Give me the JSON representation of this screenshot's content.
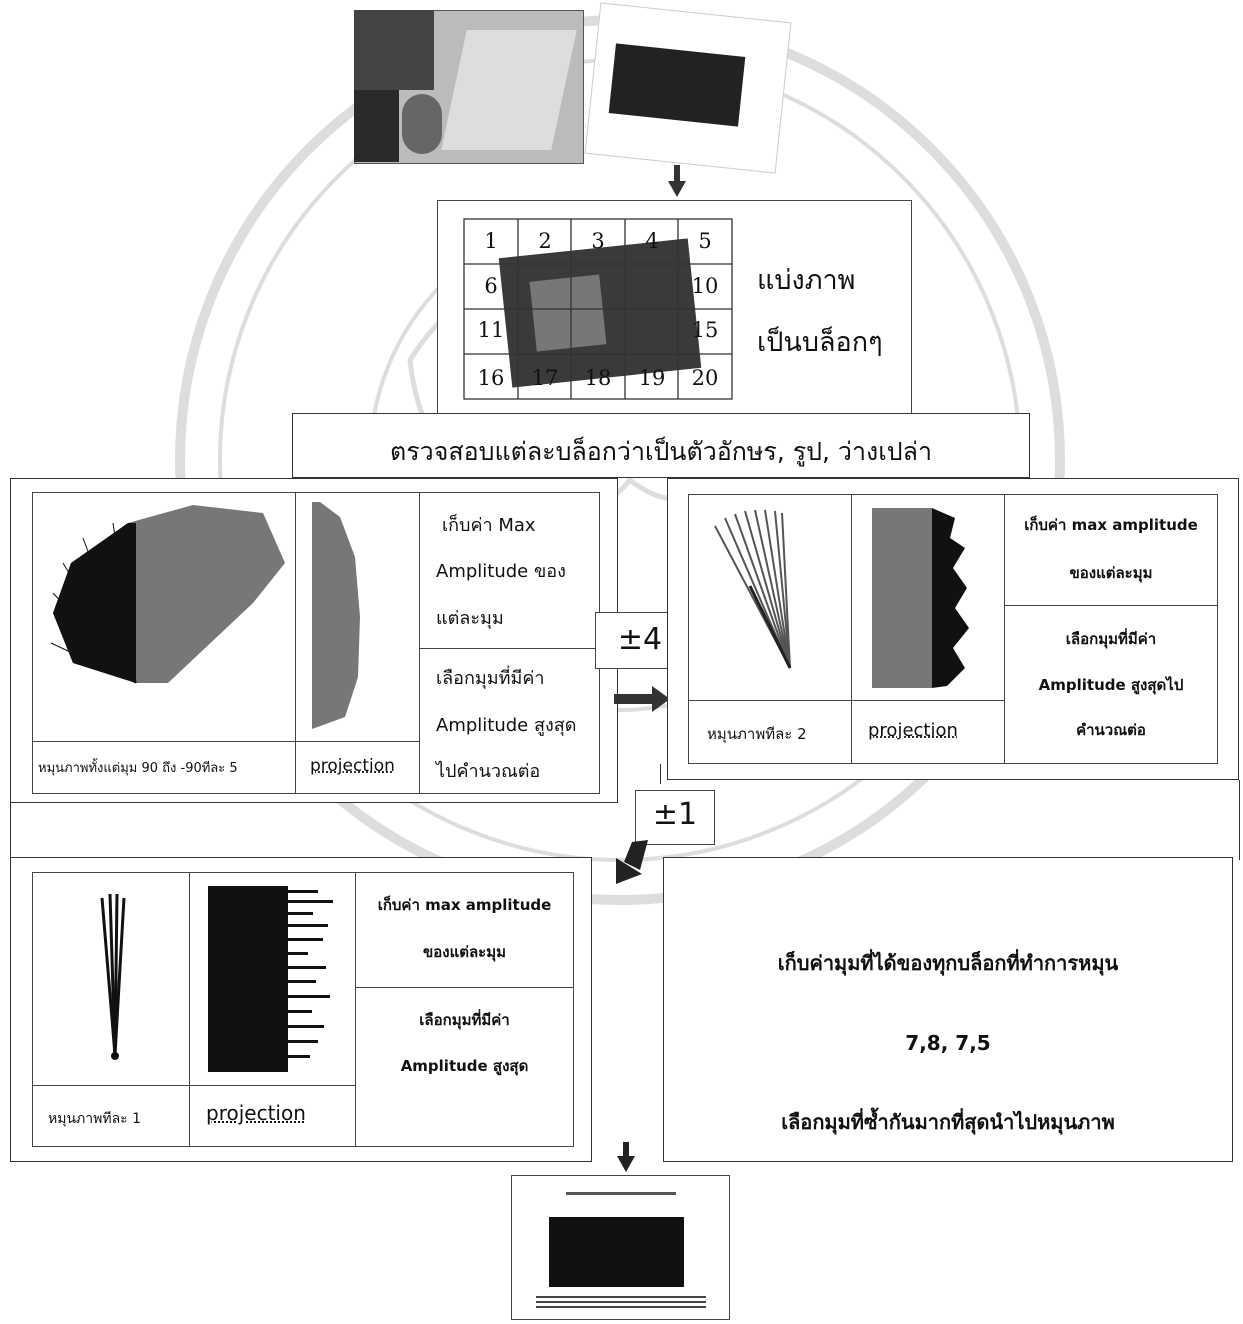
{
  "step1": {
    "heading": "ตรวจสอบแต่ละบล็อกว่าเป็นตัวอักษร, รูป, ว่างเปล่า"
  },
  "grid": {
    "numbers": [
      "1",
      "2",
      "3",
      "4",
      "5",
      "6",
      "10",
      "11",
      "15",
      "16",
      "17",
      "18",
      "19",
      "20"
    ],
    "caption_line1": "แบ่งภาพ",
    "caption_line2": "เป็นบล็อกๆ"
  },
  "stage_a": {
    "fan_caption": "หมุนภาพทั้งแต่มุม 90 ถึง -90ทีละ 5",
    "projection_label": "projection",
    "note_top": [
      "เก็บค่า Max",
      "Amplitude ของ",
      "แต่ละมุม"
    ],
    "note_bottom": [
      "เลือกมุมที่มีค่า",
      "Amplitude สูงสุด",
      "ไปคำนวณต่อ"
    ]
  },
  "step_pm4": {
    "label": "±4"
  },
  "stage_b": {
    "fan_caption": "หมุนภาพทีละ 2",
    "projection_label": "projection",
    "note_top": [
      "เก็บค่า max amplitude",
      "ของแต่ละมุม"
    ],
    "note_bottom": [
      "เลือกมุมที่มีค่า",
      "Amplitude สูงสุดไป",
      "คำนวณต่อ"
    ]
  },
  "step_pm1": {
    "label": "±1"
  },
  "stage_c": {
    "fan_caption": "หมุนภาพทีละ 1",
    "projection_label": "projection",
    "note_top": [
      "เก็บค่า max amplitude",
      "ของแต่ละมุม"
    ],
    "note_bottom": [
      "เลือกมุมที่มีค่า",
      "Amplitude สูงสุด"
    ]
  },
  "result": {
    "line1": "เก็บค่ามุมที่ได้ของทุกบล็อกที่ทำการหมุน",
    "line2": "7,8, 7,5",
    "line3": "เลือกมุมที่ซ้ำกันมากที่สุดนำไปหมุนภาพ"
  },
  "colors": {
    "ink": "#111111",
    "gray": "#8a8a8a",
    "line": "#333333"
  },
  "icons": [
    "arrow-down-icon",
    "arrow-right-icon"
  ]
}
